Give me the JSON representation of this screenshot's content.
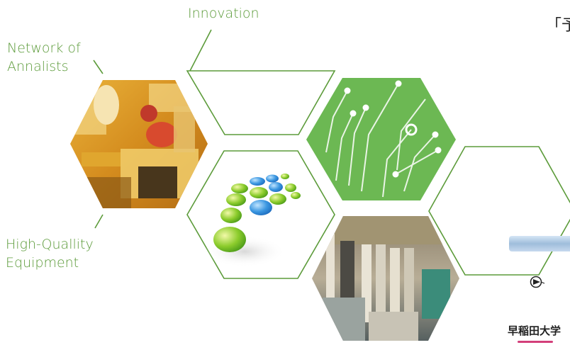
{
  "labels": {
    "innovation": "Innovation",
    "network_line1": "Network of",
    "network_line2": "Annalists",
    "hq_line1": "High-Quallity",
    "hq_line2": "Equipment"
  },
  "corner_text": "「予",
  "university": "早稲田大学",
  "colors": {
    "accent_green": "#5c9b3a",
    "circuit_green": "#6cb853",
    "underline_pink": "#d33f7a"
  },
  "icons": [
    "lab-photo",
    "circuit-board-icon",
    "dot-logo-icon",
    "factory-photo",
    "arrow-circle-icon"
  ]
}
